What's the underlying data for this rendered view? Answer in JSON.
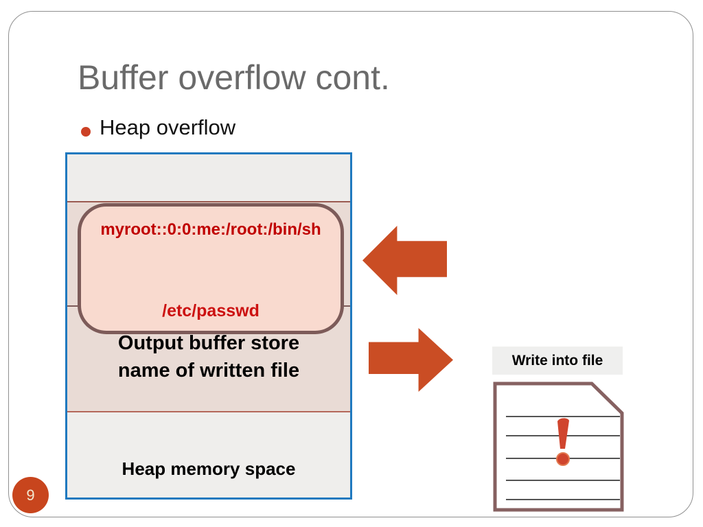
{
  "slide": {
    "title": "Buffer overflow cont.",
    "bullet": "Heap overflow",
    "page_number": "9"
  },
  "diagram": {
    "memory": {
      "injected_entry": "myroot::0:0:me:/root:/bin/sh",
      "target_file": "/etc/passwd",
      "output_buffer_label": "Output buffer store\nname of written file",
      "heap_label": "Heap memory space"
    },
    "write_into_file_label": "Write into file",
    "icons": {
      "arrow_left": "left-arrow-icon",
      "arrow_right": "right-arrow-icon",
      "document": "document-with-fold-icon",
      "exclamation": "exclamation-icon"
    }
  },
  "colors": {
    "title_gray": "#6a6a6a",
    "bullet_orange": "#cc4125",
    "memory_border_blue": "#1f79bf",
    "memory_band_gray": "#eeedeb",
    "memory_band_pink": "#e9dbd5",
    "overflow_box_fill": "#f9dacf",
    "overflow_box_border": "#7d5b59",
    "red_text": "#c00000",
    "arrow_orange": "#ca4d24",
    "doc_border_brown": "#866161",
    "exclamation_red": "#d0452e",
    "page_badge_orange": "#c8451d"
  }
}
